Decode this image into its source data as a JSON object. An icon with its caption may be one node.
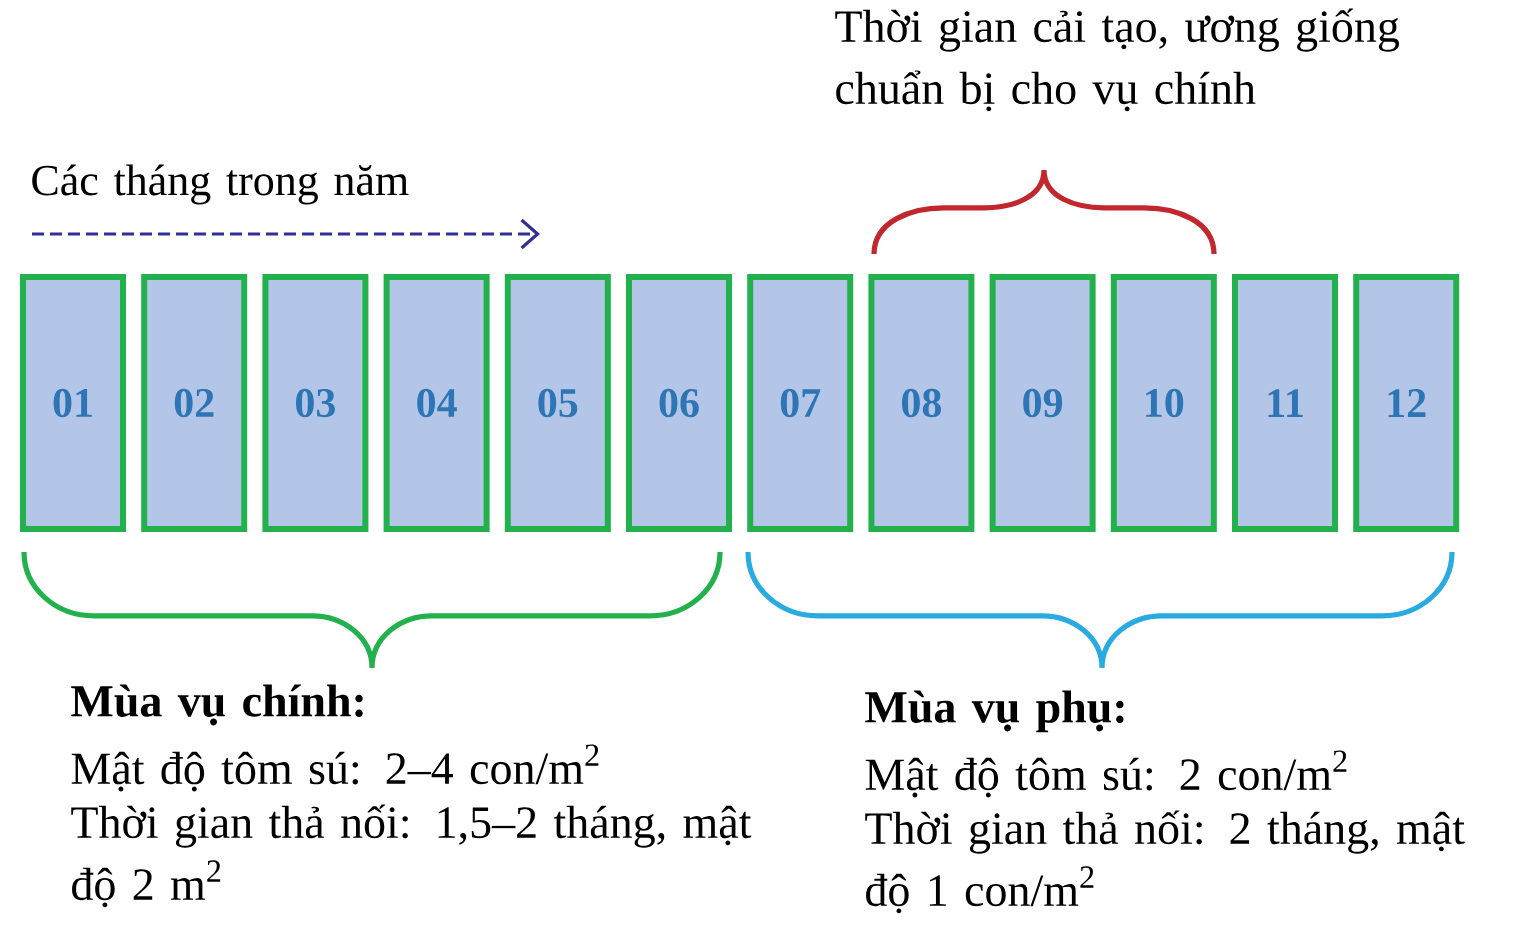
{
  "diagram": {
    "nodes": [
      {
        "text": [
          "01"
        ]
      },
      {
        "text": [
          "02"
        ]
      },
      {
        "text": [
          "03"
        ]
      },
      {
        "text": [
          "04"
        ]
      },
      {
        "text": [
          "05"
        ]
      },
      {
        "text": [
          "06"
        ]
      },
      {
        "text": [
          "07"
        ]
      },
      {
        "text": [
          "08"
        ]
      },
      {
        "text": [
          "09"
        ]
      },
      {
        "text": [
          "10"
        ]
      },
      {
        "text": [
          "11"
        ]
      },
      {
        "text": [
          "12"
        ]
      }
    ],
    "labels": [
      "Thời gian cải tạo, ương giống chuẩn bị cho vụ chính",
      "Các tháng trong năm",
      "Mùa vụ chính:",
      "Mật độ tôm sú: 2–4 con/m$^{2}$",
      "Thời gian thả nối: 1,5–2 tháng, mật độ 2 m$^{2}$",
      "Mùa vụ phụ:",
      "Mật độ tôm sú: 2 con/m$^{2}$",
      "Thời gian thả nối: 2 tháng, mật độ 1 con/m$^{2}$"
    ]
  }
}
